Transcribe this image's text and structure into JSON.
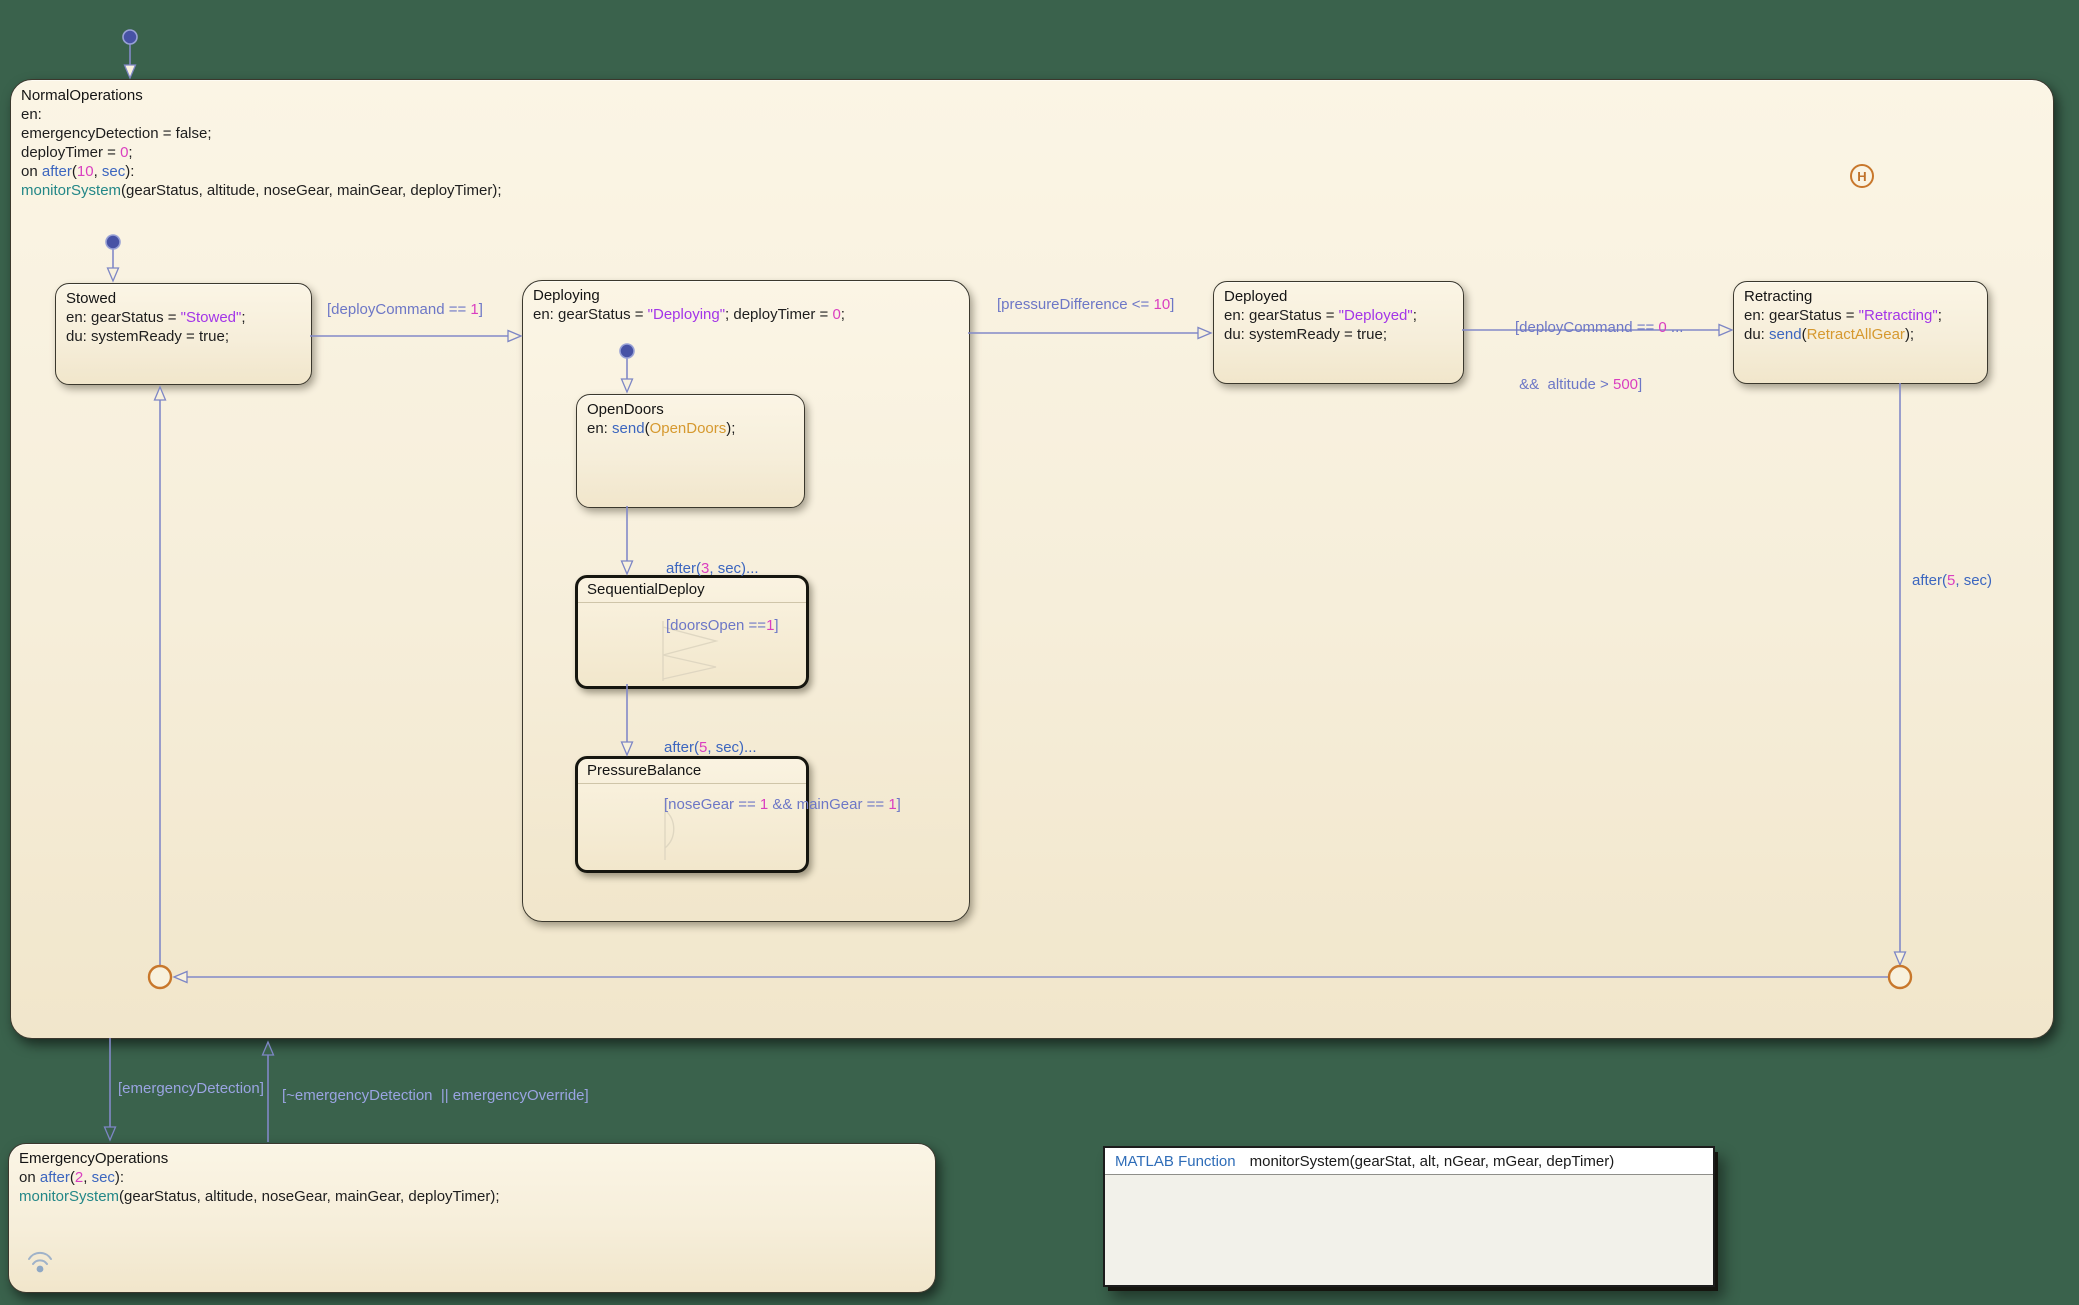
{
  "colors": {
    "canvas_background": "#3a624c",
    "state_fill": "#f8f1dd",
    "state_border": "#3b382d",
    "transition_line": "#8289c8",
    "condition_text": "#6d77c6",
    "keyword_text": "#3c66bf",
    "number_text": "#da3fc0",
    "string_text": "#a335e8",
    "event_text": "#d6992f",
    "function_text": "#238787",
    "junction_orange": "#c8772b",
    "default_dot": "#4752a5"
  },
  "history_junction": {
    "label": "H"
  },
  "states": {
    "normal": {
      "title": "NormalOperations",
      "body": [
        [
          [
            "en:",
            "d"
          ]
        ],
        [
          [
            "emergencyDetection = false;",
            "d"
          ]
        ],
        [
          [
            "deployTimer = ",
            "d"
          ],
          [
            "0",
            "n"
          ],
          [
            ";",
            "d"
          ]
        ],
        [
          [
            "on ",
            "d"
          ],
          [
            "after",
            "k"
          ],
          [
            "(",
            "d"
          ],
          [
            "10",
            "n"
          ],
          [
            ", ",
            "d"
          ],
          [
            "sec",
            "k"
          ],
          [
            "):",
            "d"
          ]
        ],
        [
          [
            " ",
            "d"
          ],
          [
            "monitorSystem",
            "f"
          ],
          [
            "(gearStatus, altitude, noseGear, mainGear, deployTimer);",
            "d"
          ]
        ]
      ]
    },
    "stowed": {
      "title": "Stowed",
      "body": [
        [
          [
            "en: gearStatus = ",
            "d"
          ],
          [
            "\"Stowed\"",
            "s"
          ],
          [
            ";",
            "d"
          ]
        ],
        [
          [
            "du: systemReady = true;",
            "d"
          ]
        ]
      ]
    },
    "deploying": {
      "title": "Deploying",
      "body": [
        [
          [
            "en: gearStatus = ",
            "d"
          ],
          [
            "\"Deploying\"",
            "s"
          ],
          [
            "; deployTimer = ",
            "d"
          ],
          [
            "0",
            "n"
          ],
          [
            ";",
            "d"
          ]
        ]
      ]
    },
    "open_doors": {
      "title": "OpenDoors",
      "body": [
        [
          [
            "en: ",
            "d"
          ],
          [
            "send",
            "k"
          ],
          [
            "(",
            "d"
          ],
          [
            "OpenDoors",
            "e"
          ],
          [
            ");",
            "d"
          ]
        ]
      ]
    },
    "sequential_deploy": {
      "title": "SequentialDeploy"
    },
    "pressure_balance": {
      "title": "PressureBalance"
    },
    "deployed": {
      "title": "Deployed",
      "body": [
        [
          [
            "en: gearStatus = ",
            "d"
          ],
          [
            "\"Deployed\"",
            "s"
          ],
          [
            ";",
            "d"
          ]
        ],
        [
          [
            "du: systemReady = true;",
            "d"
          ]
        ]
      ]
    },
    "retracting": {
      "title": "Retracting",
      "body": [
        [
          [
            "en: gearStatus = ",
            "d"
          ],
          [
            "\"Retracting\"",
            "s"
          ],
          [
            ";",
            "d"
          ]
        ],
        [
          [
            "du: ",
            "d"
          ],
          [
            "send",
            "k"
          ],
          [
            "(",
            "d"
          ],
          [
            "RetractAllGear",
            "e"
          ],
          [
            ");",
            "d"
          ]
        ]
      ]
    },
    "emergency": {
      "title": "EmergencyOperations",
      "body": [
        [
          [
            "on ",
            "d"
          ],
          [
            "after",
            "k"
          ],
          [
            "(",
            "d"
          ],
          [
            "2",
            "n"
          ],
          [
            ", ",
            "d"
          ],
          [
            "sec",
            "k"
          ],
          [
            "):",
            "d"
          ]
        ],
        [
          [
            " ",
            "d"
          ],
          [
            "monitorSystem",
            "f"
          ],
          [
            "(gearStatus, altitude, noseGear, mainGear, deployTimer);",
            "d"
          ]
        ]
      ]
    }
  },
  "transitions": {
    "deploy_command": [
      [
        "[deployCommand == ",
        "c"
      ],
      [
        "1",
        "n"
      ],
      [
        "]",
        "c"
      ]
    ],
    "pressure_difference": [
      [
        "[pressureDifference <= ",
        "c"
      ],
      [
        "10",
        "n"
      ],
      [
        "]",
        "c"
      ]
    ],
    "deploy_zero_line1": [
      [
        "[deployCommand == ",
        "c"
      ],
      [
        "0",
        "n"
      ],
      [
        " ...",
        "c"
      ]
    ],
    "deploy_zero_line2": [
      [
        " &&  altitude > ",
        "c"
      ],
      [
        "500",
        "n"
      ],
      [
        "]",
        "c"
      ]
    ],
    "after5_right": [
      [
        "after(",
        "k"
      ],
      [
        "5",
        "n"
      ],
      [
        ", sec)",
        "k"
      ]
    ],
    "after3_line1": [
      [
        "after(",
        "k"
      ],
      [
        "3",
        "n"
      ],
      [
        ", sec)...",
        "k"
      ]
    ],
    "after3_line2": [
      [
        "[doorsOpen ==",
        "c"
      ],
      [
        "1",
        "n"
      ],
      [
        "]",
        "c"
      ]
    ],
    "after5_line1": [
      [
        "after(",
        "k"
      ],
      [
        "5",
        "n"
      ],
      [
        ", sec)...",
        "k"
      ]
    ],
    "after5_line2": [
      [
        "[noseGear == ",
        "c"
      ],
      [
        "1",
        "n"
      ],
      [
        " && mainGear == ",
        "c"
      ],
      [
        "1",
        "n"
      ],
      [
        "]",
        "c"
      ]
    ],
    "emergency_detection": [
      [
        "[emergencyDetection]",
        "g"
      ]
    ],
    "emergency_clear": [
      [
        "[~emergencyDetection  || emergencyOverride]",
        "g"
      ]
    ]
  },
  "matlab_function": {
    "kind_label": "MATLAB Function",
    "signature": "monitorSystem(gearStat, alt, nGear, mGear, depTimer)"
  }
}
